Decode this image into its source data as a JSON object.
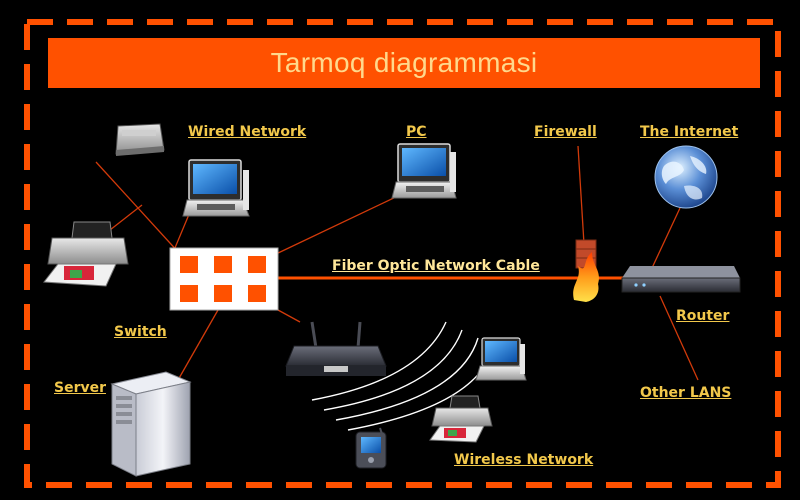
{
  "title": "Tarmoq diagrammasi",
  "labels": {
    "wired_network": "Wired Network",
    "pc": "PC",
    "firewall": "Firewall",
    "internet": "The Internet",
    "fiber_cable": "Fiber Optic Network Cable",
    "switch": "Switch",
    "router": "Router",
    "server": "Server",
    "other_lans": "Other LANS",
    "wireless_network": "Wireless Network"
  },
  "colors": {
    "background": "#000000",
    "accent": "#ff5100",
    "label_text": "#f2c84b",
    "title_text": "#ffd98c",
    "connector": "#d23a0a"
  },
  "icons": [
    "scanner-icon",
    "laptop-icon",
    "printer-icon",
    "switch-icon",
    "firewall-icon",
    "globe-icon",
    "router-icon",
    "wireless-router-icon",
    "server-icon",
    "pda-icon"
  ]
}
